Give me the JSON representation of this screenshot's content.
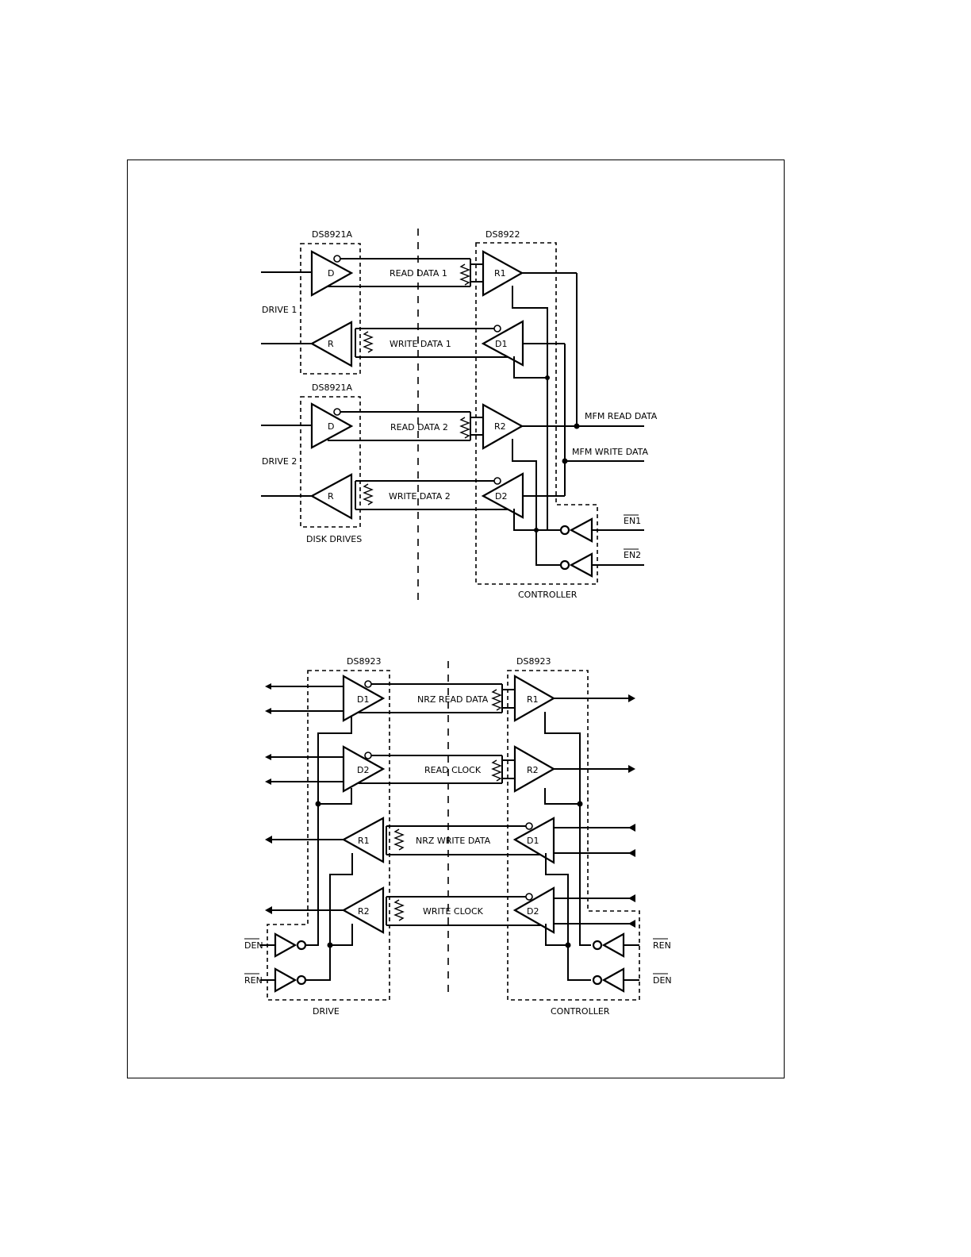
{
  "diagram_top": {
    "chip_drive_1": "DS8921A",
    "chip_drive_2": "DS8921A",
    "chip_controller": "DS8922",
    "gate_driver": "D",
    "gate_receiver": "R",
    "gate_r1": "R1",
    "gate_d1": "D1",
    "gate_r2": "R2",
    "gate_d2": "D2",
    "line_read_data_1": "READ DATA 1",
    "line_write_data_1": "WRITE DATA 1",
    "line_read_data_2": "READ DATA 2",
    "line_write_data_2": "WRITE DATA 2",
    "drive_1": "DRIVE 1",
    "drive_2": "DRIVE 2",
    "disk_drives": "DISK DRIVES",
    "controller": "CONTROLLER",
    "mfm_read_data": "MFM READ DATA",
    "mfm_write_data": "MFM WRITE DATA",
    "en1": "EN1",
    "en2": "EN2"
  },
  "diagram_bottom": {
    "chip_drive": "DS8923",
    "chip_controller": "DS8923",
    "gate_d1": "D1",
    "gate_d2": "D2",
    "gate_r1": "R1",
    "gate_r2": "R2",
    "line_nrz_read_data": "NRZ READ DATA",
    "line_read_clock": "READ CLOCK",
    "line_nrz_write_data": "NRZ WRITE DATA",
    "line_write_clock": "WRITE CLOCK",
    "den": "DEN",
    "ren": "REN",
    "drive": "DRIVE",
    "controller": "CONTROLLER"
  }
}
